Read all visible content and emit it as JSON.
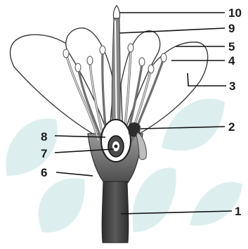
{
  "diagram": {
    "labels": [
      "10",
      "9",
      "5",
      "4",
      "3",
      "2",
      "8",
      "7",
      "6",
      "1"
    ]
  },
  "colors": {
    "watermark": "#dcefee",
    "tissue_dark": "#3d3d3d",
    "tissue_mid": "#7f7f7f",
    "tissue_light": "#bdbdbd"
  }
}
